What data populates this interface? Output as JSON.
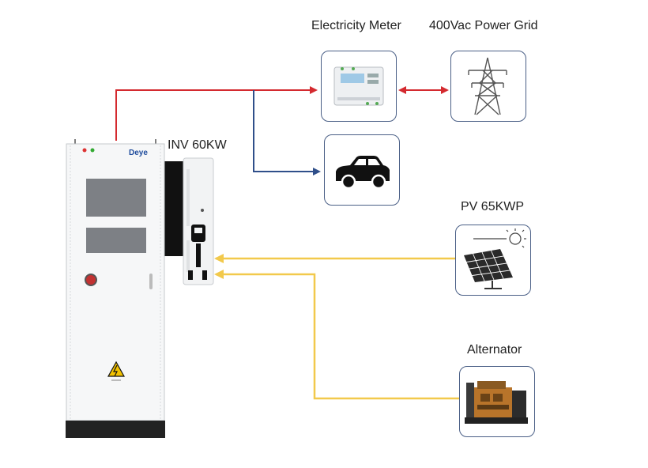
{
  "labels": {
    "meter": "Electricity Meter",
    "grid": "400Vac Power Grid",
    "inverter": "INV 60KW",
    "pv": "PV 65KWP",
    "alternator": "Alternator"
  },
  "cabinet": {
    "brand": "Deye"
  },
  "colors": {
    "ac_red": "#d42a2f",
    "ev_blue": "#2f4f8a",
    "dc_yellow": "#f2c94c",
    "box_border": "#4a5f86"
  }
}
